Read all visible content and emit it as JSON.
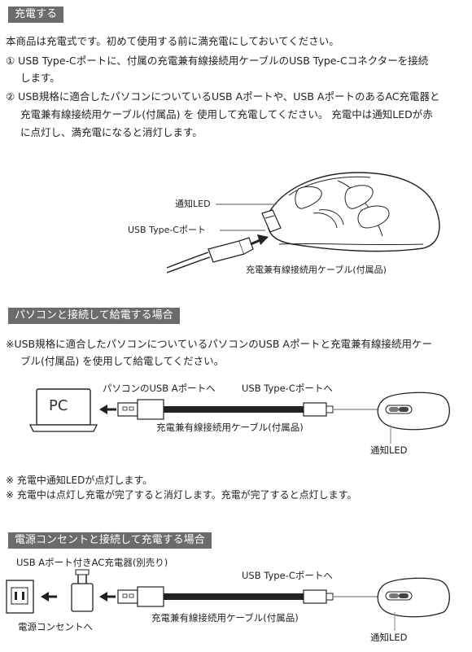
{
  "sections": {
    "charge": {
      "header": "充電する",
      "intro": "本商品は充電式です。初めて使用する前に満充電にしておいてください。",
      "step1_line1": "① USB Type-Cポートに、付属の充電兼有線接続用ケーブルのUSB Type-Cコネクターを接続",
      "step1_line2": "します。",
      "step2_line1": "② USB規格に適合したパソコンについているUSB Aポートや、USB AポートのあるAC充電器と",
      "step2_line2": "充電兼有線接続用ケーブル(付属品) を 使用して充電してください。 充電中は通知LEDが赤",
      "step2_line3": "に点灯し、満充電になると消灯します。",
      "label_led": "通知LED",
      "label_port": "USB Type-Cポート",
      "label_cable": "充電兼有線接続用ケーブル(付属品)"
    },
    "pc": {
      "header": "パソコンと接続して給電する場合",
      "note_line1": "※USB規格に適合したパソコンについているパソコンのUSB Aポートと充電兼有線接続用ケー",
      "note_line2": "ブル(付属品) を使用して給電してください。",
      "pc_screen_text": "PC",
      "label_usba": "パソコンのUSB Aポートへ",
      "label_usbc": "USB Type-Cポートへ",
      "label_cable": "充電兼有線接続用ケーブル(付属品)",
      "label_led": "通知LED",
      "footnote1": "※ 充電中通知LEDが点灯します。",
      "footnote2": "※ 充電中は点灯し充電が完了すると消灯します。充電が完了すると点灯します。"
    },
    "outlet": {
      "header": "電源コンセントと接続して充電する場合",
      "label_charger": "USB Aポート付きAC充電器(別売り)",
      "label_usbc": "USB Type-Cポートへ",
      "label_cable": "充電兼有線接続用ケーブル(付属品)",
      "label_outlet": "電源コンセントへ",
      "label_led": "通知LED"
    }
  }
}
